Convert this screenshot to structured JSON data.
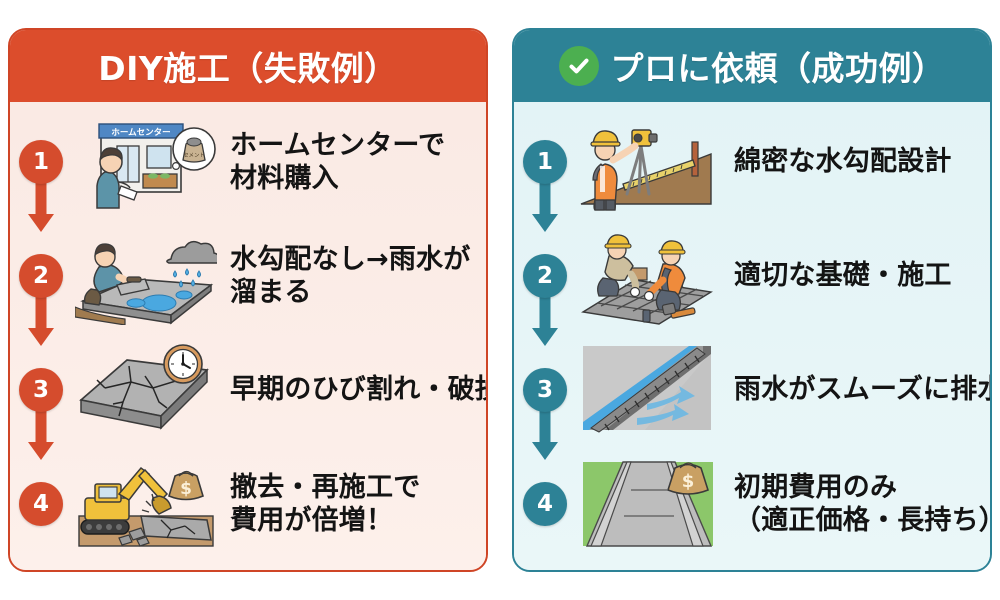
{
  "panels": [
    {
      "id": "diy",
      "title": "DIY施工（失敗例）",
      "has_check_icon": false,
      "header_color": "#dc4d2c",
      "body_color": "#fbece6",
      "accent_color": "#d54c2d",
      "border_color": "#cf4526",
      "steps": [
        {
          "number": "1",
          "lines": [
            "ホームセンターで",
            "材料購入"
          ],
          "illustration": "home-center-store",
          "illustration_labels": [
            "ホームセンター",
            "セメント"
          ]
        },
        {
          "number": "2",
          "lines": [
            "水勾配なし→雨水が",
            "溜まる"
          ],
          "illustration": "worker-troweling-rain-puddles",
          "illustration_labels": []
        },
        {
          "number": "3",
          "lines": [
            "早期のひび割れ・破損"
          ],
          "illustration": "cracked-concrete-slab-clock",
          "illustration_labels": []
        },
        {
          "number": "4",
          "lines": [
            "撤去・再施工で",
            "費用が倍増！"
          ],
          "illustration": "excavator-demolition-money-bag",
          "illustration_labels": []
        }
      ]
    },
    {
      "id": "pro",
      "title": "プロに依頼（成功例）",
      "has_check_icon": true,
      "check_icon_color": "#4caf50",
      "header_color": "#2d8296",
      "body_color": "#e4f4f6",
      "accent_color": "#2d8296",
      "border_color": "#2d8296",
      "steps": [
        {
          "number": "1",
          "lines": [
            "綿密な水勾配設計"
          ],
          "illustration": "surveyor-with-level-on-slope",
          "illustration_labels": []
        },
        {
          "number": "2",
          "lines": [
            "適切な基礎・施工"
          ],
          "illustration": "two-workers-laying-rebar-mesh",
          "illustration_labels": []
        },
        {
          "number": "3",
          "lines": [
            "雨水がスムーズに排水"
          ],
          "illustration": "drainage-gutter-water-flow",
          "illustration_labels": []
        },
        {
          "number": "4",
          "lines": [
            "初期費用のみ",
            "（適正価格・長持ち）"
          ],
          "illustration": "finished-driveway-money-bag",
          "illustration_labels": []
        }
      ]
    }
  ]
}
